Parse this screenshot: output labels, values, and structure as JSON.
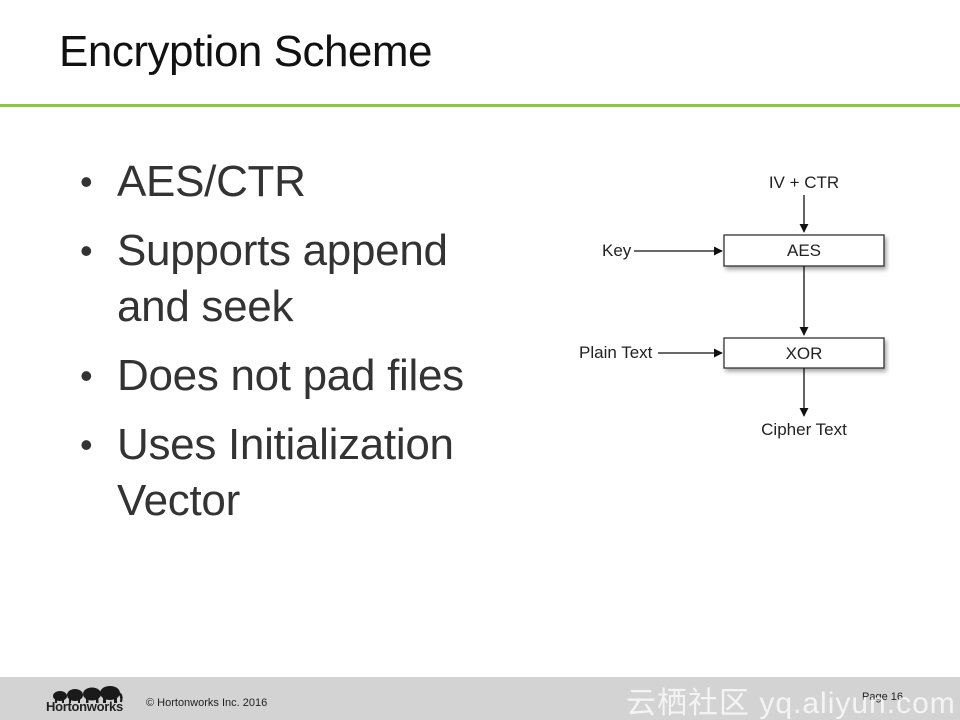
{
  "slide": {
    "title": "Encryption Scheme",
    "accent_color": "#8dc63f",
    "bullets": [
      {
        "line1": "AES/CTR",
        "line2": ""
      },
      {
        "line1": "Supports append",
        "line2": "and seek"
      },
      {
        "line1": "Does not pad files",
        "line2": ""
      },
      {
        "line1": "Uses Initialization",
        "line2": "Vector"
      }
    ]
  },
  "diagram": {
    "iv_label": "IV + CTR",
    "key_label": "Key",
    "aes_label": "AES",
    "plain_label": "Plain Text",
    "xor_label": "XOR",
    "cipher_label": "Cipher Text"
  },
  "footer": {
    "logo_text": "Hortonworks",
    "logo_icon": "elephant-herd-icon",
    "copyright": "© Hortonworks Inc. 2016",
    "page": "Page 16",
    "background": "#d3d3d3"
  },
  "watermark": "云栖社区 yq.aliyun.com"
}
